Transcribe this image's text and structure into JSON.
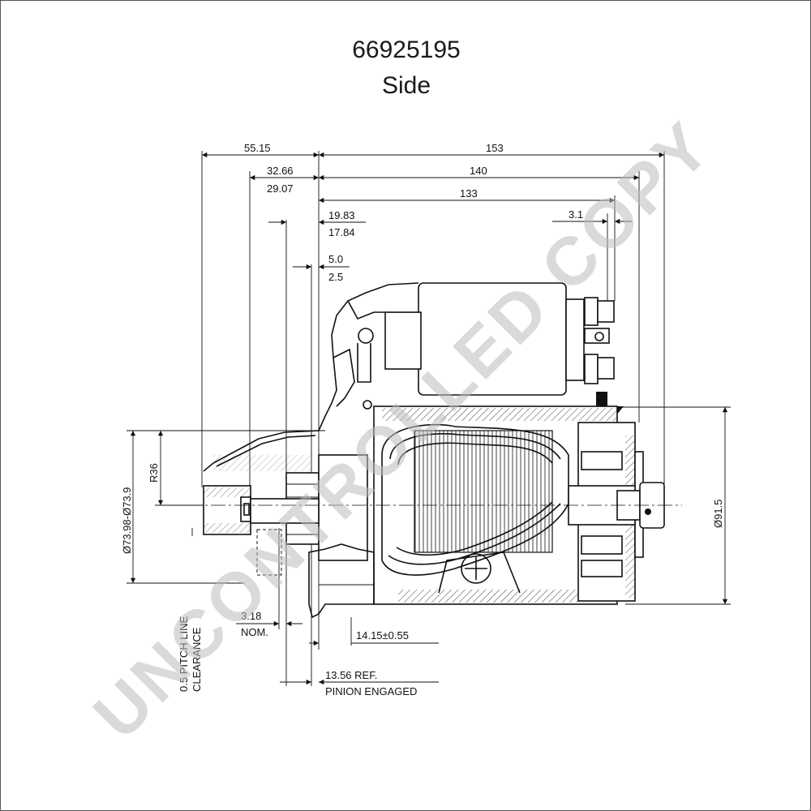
{
  "header": {
    "part_number": "66925195",
    "view": "Side"
  },
  "watermark": "UNCONTROLLED COPY",
  "dimensions": {
    "d_55_15": "55.15",
    "d_153": "153",
    "d_32_66": "32.66",
    "d_140": "140",
    "d_29_07": "29.07",
    "d_133": "133",
    "d_19_83": "19.83",
    "d_17_84": "17.84",
    "d_3_1": "3.1",
    "d_5_0": "5.0",
    "d_2_5": "2.5",
    "r36": "R36",
    "dia_73": "Ø73.98-Ø73.9",
    "dia_91": "Ø91.5",
    "d_3_18": "3.18",
    "nom": "NOM.",
    "d_14_15": "14.15±0.55",
    "pitch_line": "0.5 PITCH LINE",
    "clearance": "CLEARANCE",
    "ref_13_56": "13.56 REF.",
    "pinion_engaged": "PINION ENGAGED"
  },
  "colors": {
    "line": "#111111",
    "watermark": "#bdbdbd"
  }
}
